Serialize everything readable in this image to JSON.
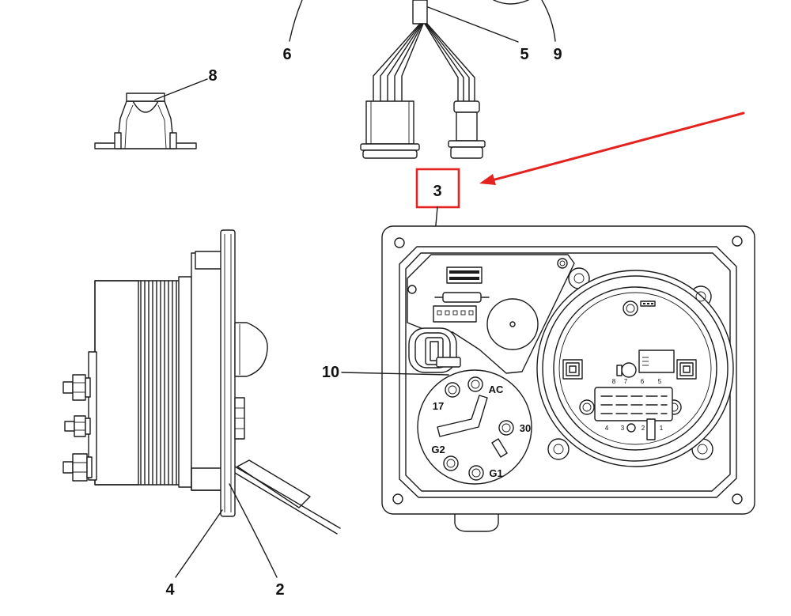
{
  "callouts": {
    "c6": "6",
    "c5": "5",
    "c9": "9",
    "c8": "8",
    "c3": "3",
    "c10": "10",
    "c4": "4",
    "c2": "2"
  },
  "switch_labels": {
    "ac": "AC",
    "t30": "30",
    "t17": "17",
    "g2": "G2",
    "g1": "G1"
  },
  "connector_pins": {
    "top": [
      "8",
      "7",
      "6",
      "5"
    ],
    "bottom": [
      "4",
      "3",
      "2",
      "1"
    ]
  },
  "colors": {
    "highlight": "#e3231f",
    "line": "#1c1c1c",
    "background": "#ffffff"
  }
}
